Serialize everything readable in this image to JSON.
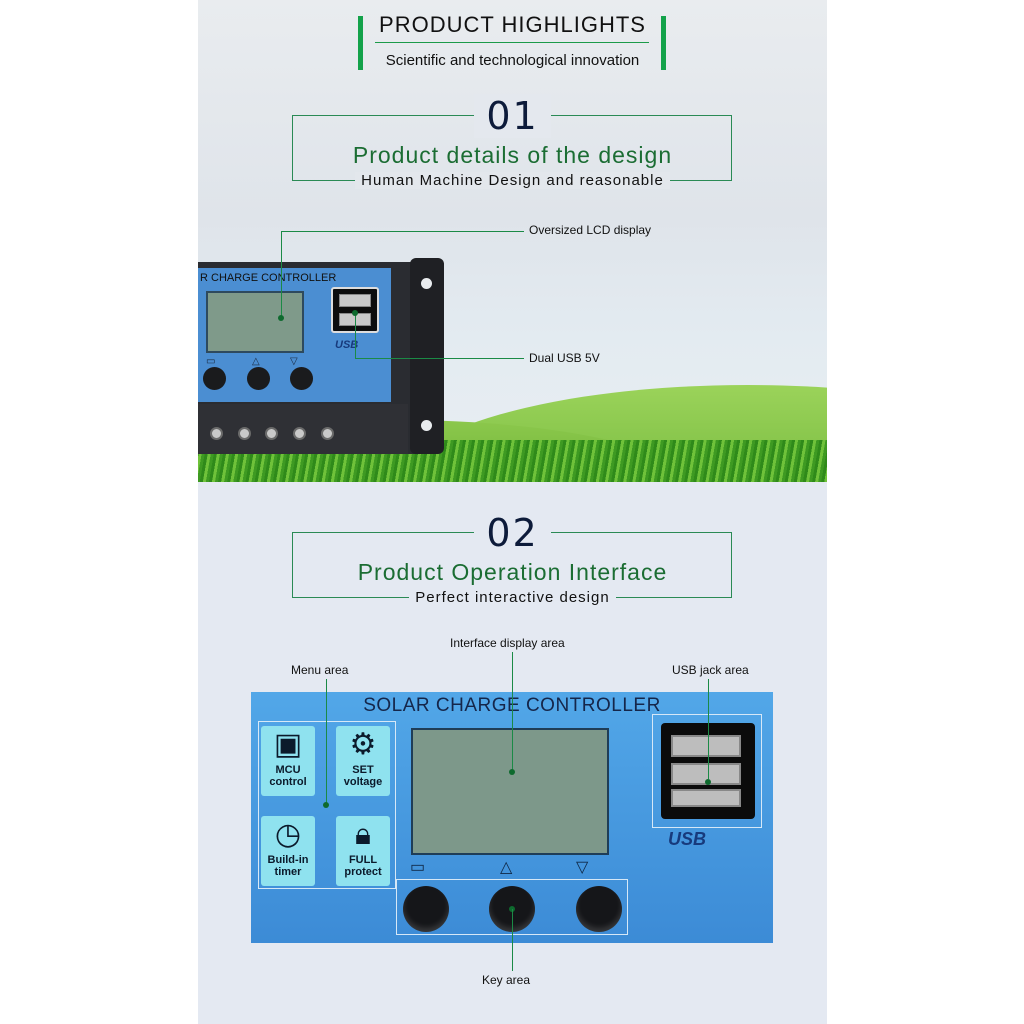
{
  "header": {
    "title": "PRODUCT HIGHLIGHTS",
    "subtitle": "Scientific and technological innovation"
  },
  "section1": {
    "number": "01",
    "title": "Product details of the design",
    "subtitle": "Human Machine Design and reasonable",
    "callouts": {
      "lcd": "Oversized LCD display",
      "usb": "Dual USB 5V"
    },
    "device": {
      "label": "R CHARGE CONTROLLER",
      "usb_label": "USB"
    }
  },
  "section2": {
    "number": "02",
    "title": "Product Operation Interface",
    "subtitle": "Perfect interactive design",
    "callouts": {
      "display": "Interface display area",
      "menu": "Menu area",
      "usb": "USB jack area",
      "keys": "Key area"
    },
    "device": {
      "label": "SOLAR CHARGE CONTROLLER",
      "usb_label": "USB",
      "tiles": [
        {
          "icon": "chip-icon",
          "line1": "MCU",
          "line2": "control"
        },
        {
          "icon": "gear-icon",
          "line1": "SET",
          "line2": "voltage"
        },
        {
          "icon": "clock-icon",
          "line1": "Build-in",
          "line2": "timer"
        },
        {
          "icon": "lock-icon",
          "line1": "FULL",
          "line2": "protect"
        }
      ]
    }
  },
  "colors": {
    "accent_green": "#13a24a",
    "title_green": "#1b6d33",
    "number_navy": "#0d1b3a",
    "panel_blue": "#4b8ed2"
  }
}
